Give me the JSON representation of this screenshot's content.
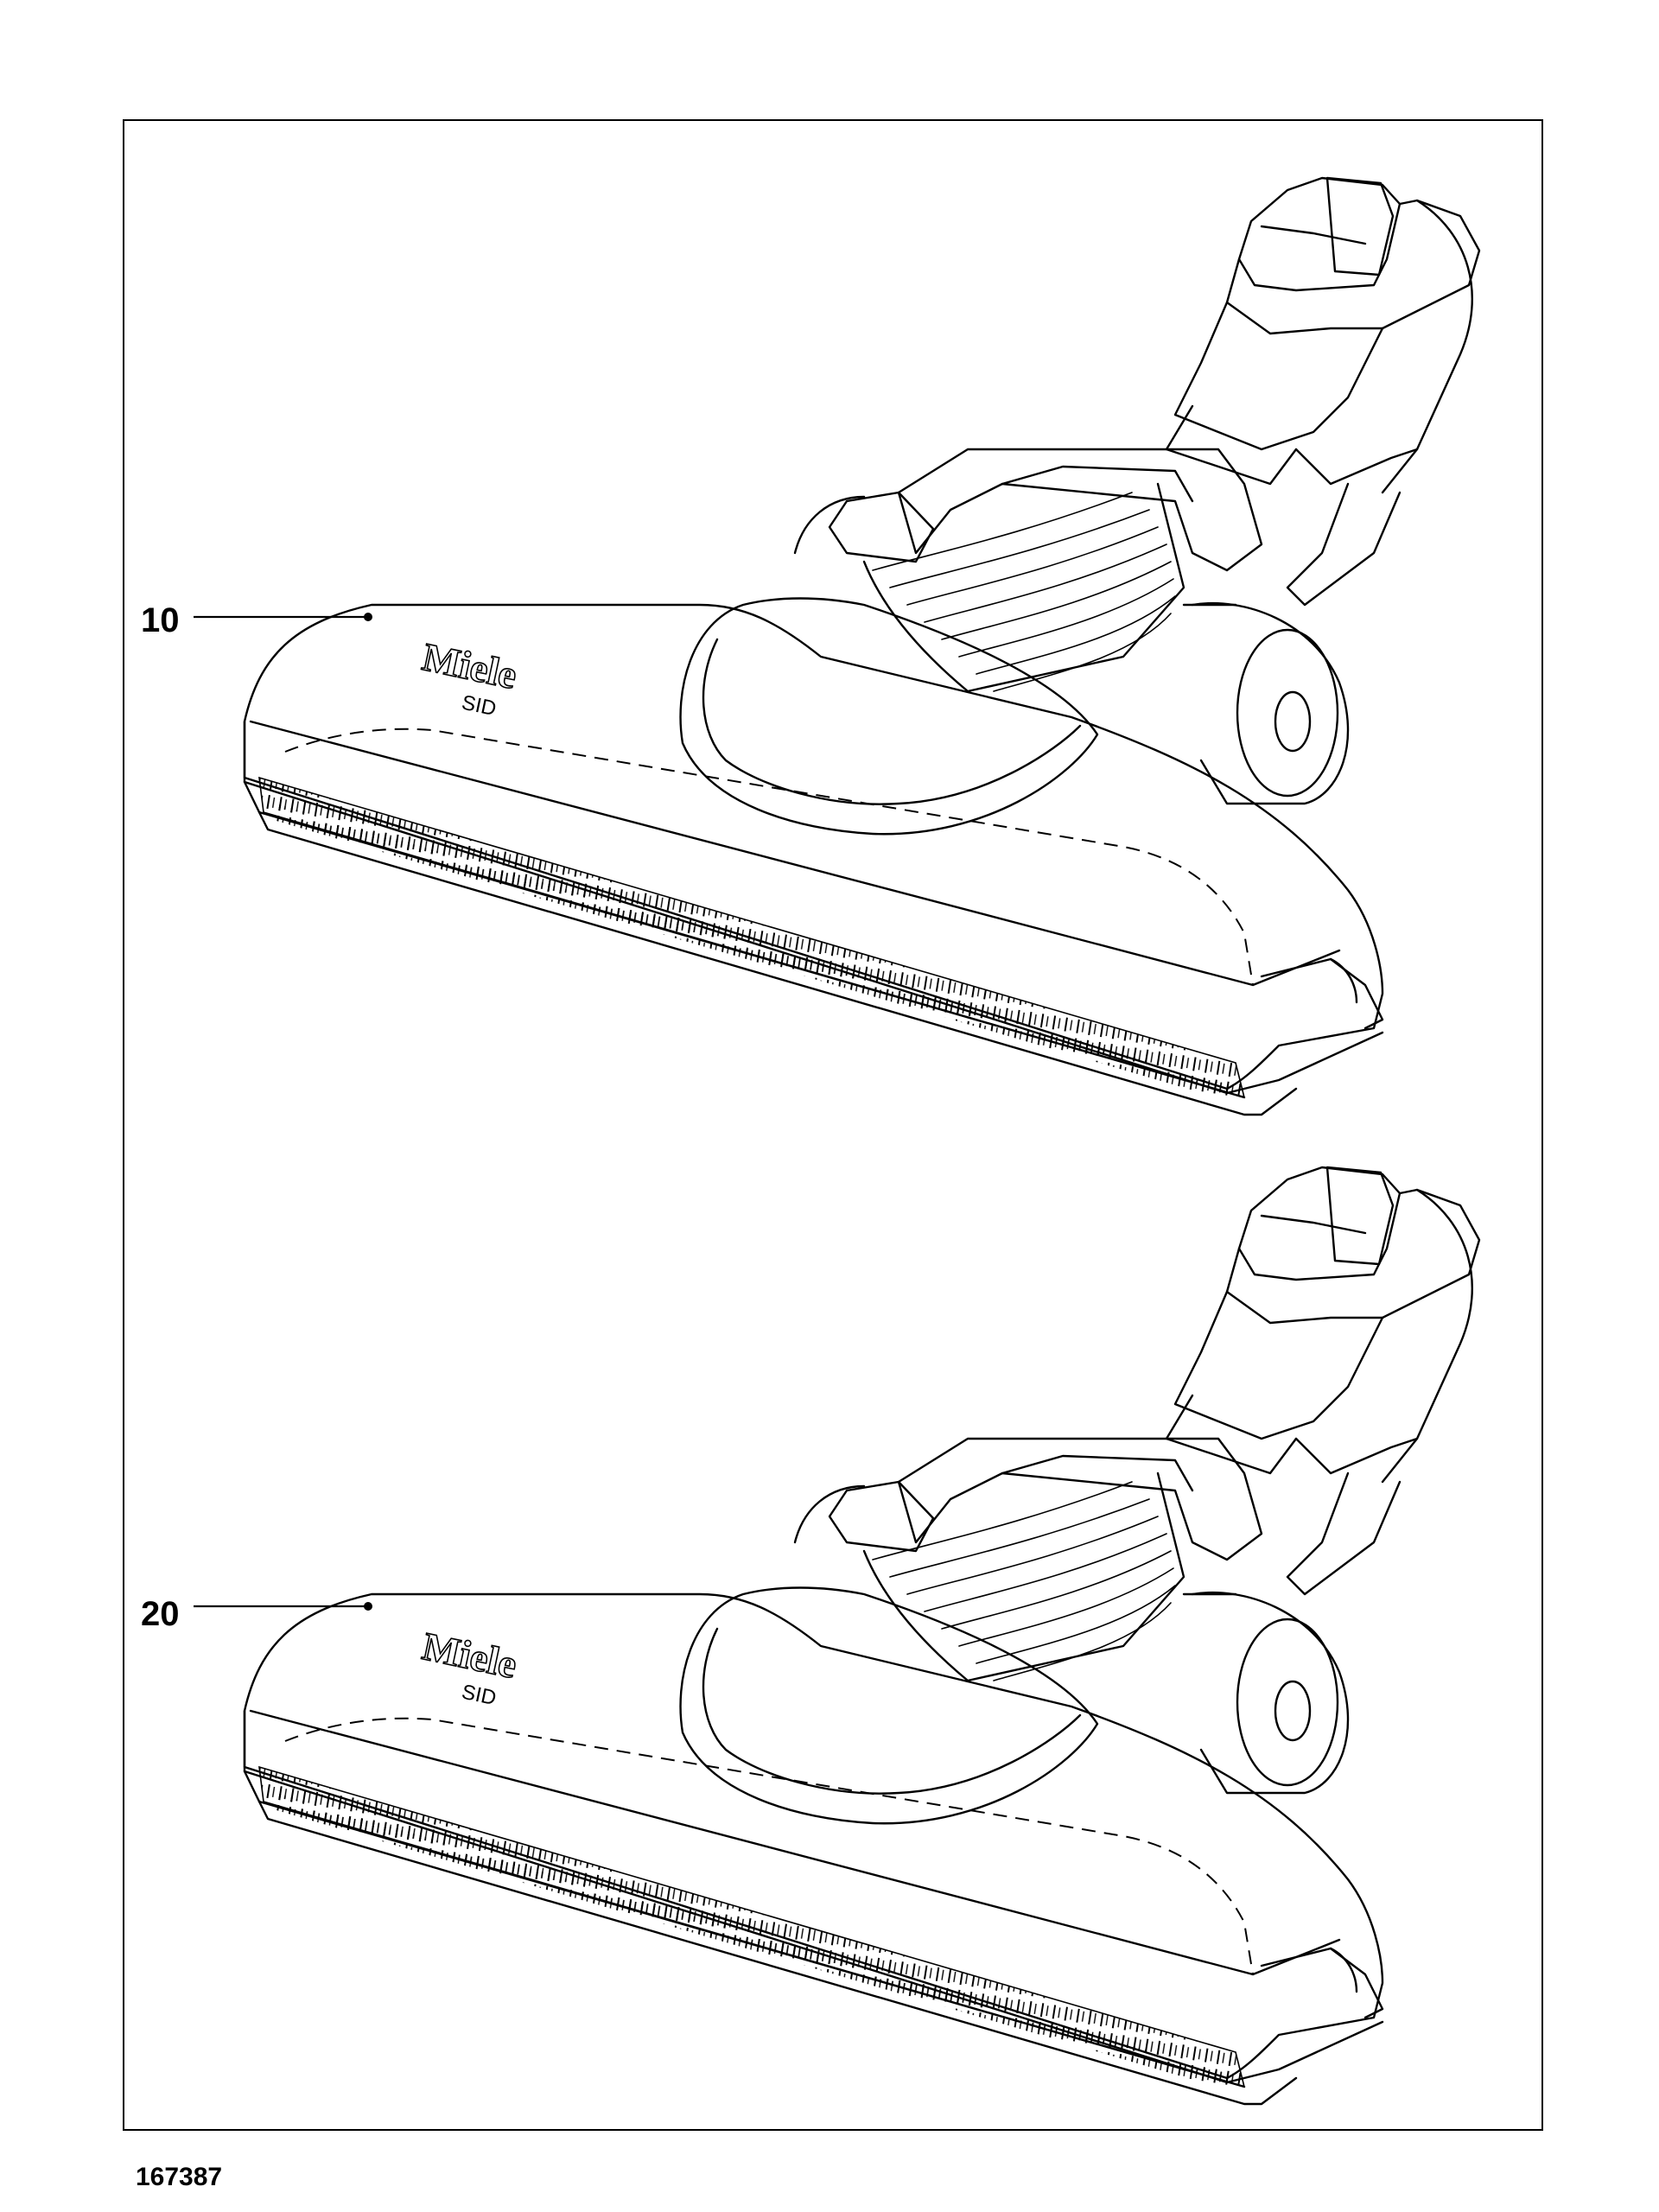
{
  "figures": [
    {
      "callout": "10",
      "logo": "Miele",
      "model": "SID"
    },
    {
      "callout": "20",
      "logo": "Miele",
      "model": "SID"
    }
  ],
  "drawing_number": "167387"
}
